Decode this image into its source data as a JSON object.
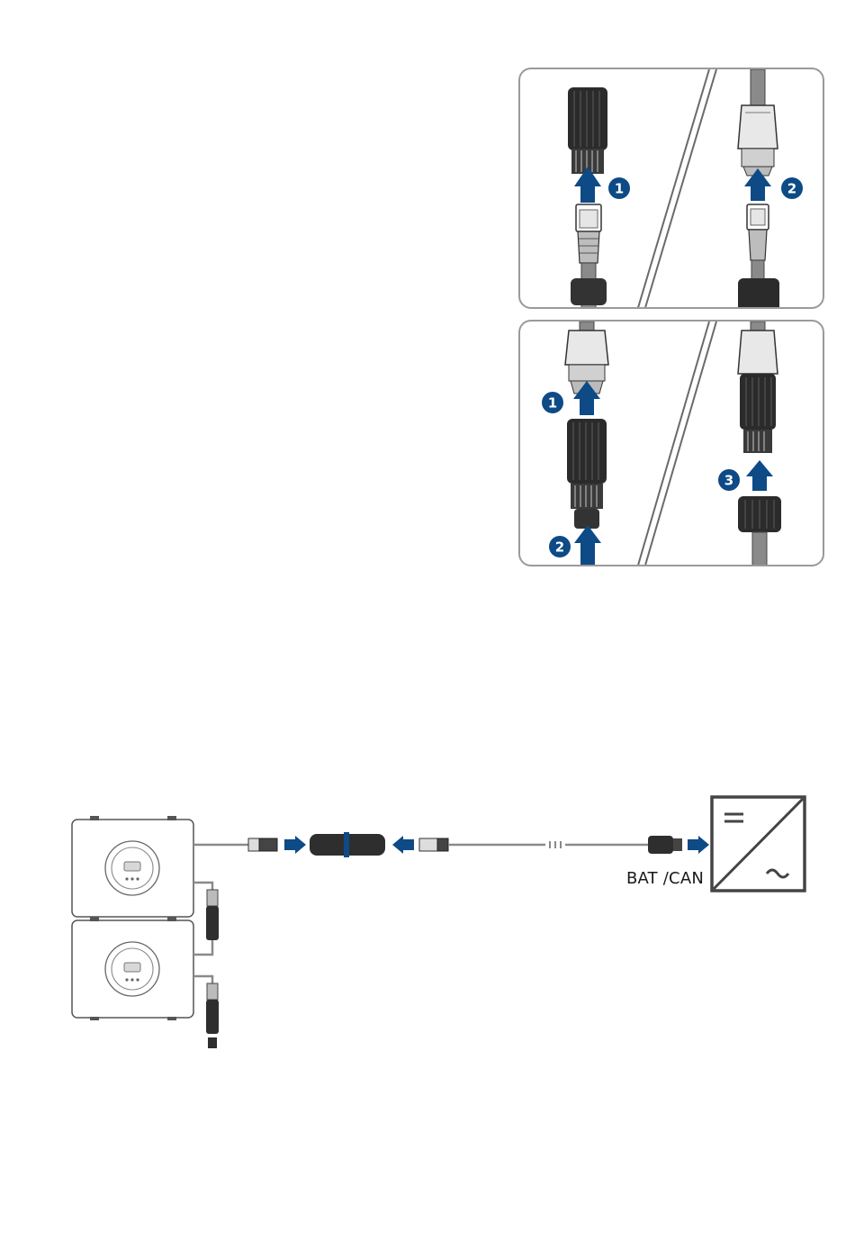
{
  "colors": {
    "accent": "#0d4a86",
    "cable": "#8a8a8a",
    "connector_dark": "#2e2e2e",
    "panel_border": "#9a9a9a",
    "device_border": "#555555"
  },
  "top_panel": {
    "step_badges": [
      "1",
      "2"
    ]
  },
  "bottom_panel": {
    "step_badges": [
      "1",
      "2",
      "3"
    ]
  },
  "wiring": {
    "port_label": "BAT /CAN",
    "inverter_icon_dc": "=",
    "inverter_icon_ac": "~"
  }
}
